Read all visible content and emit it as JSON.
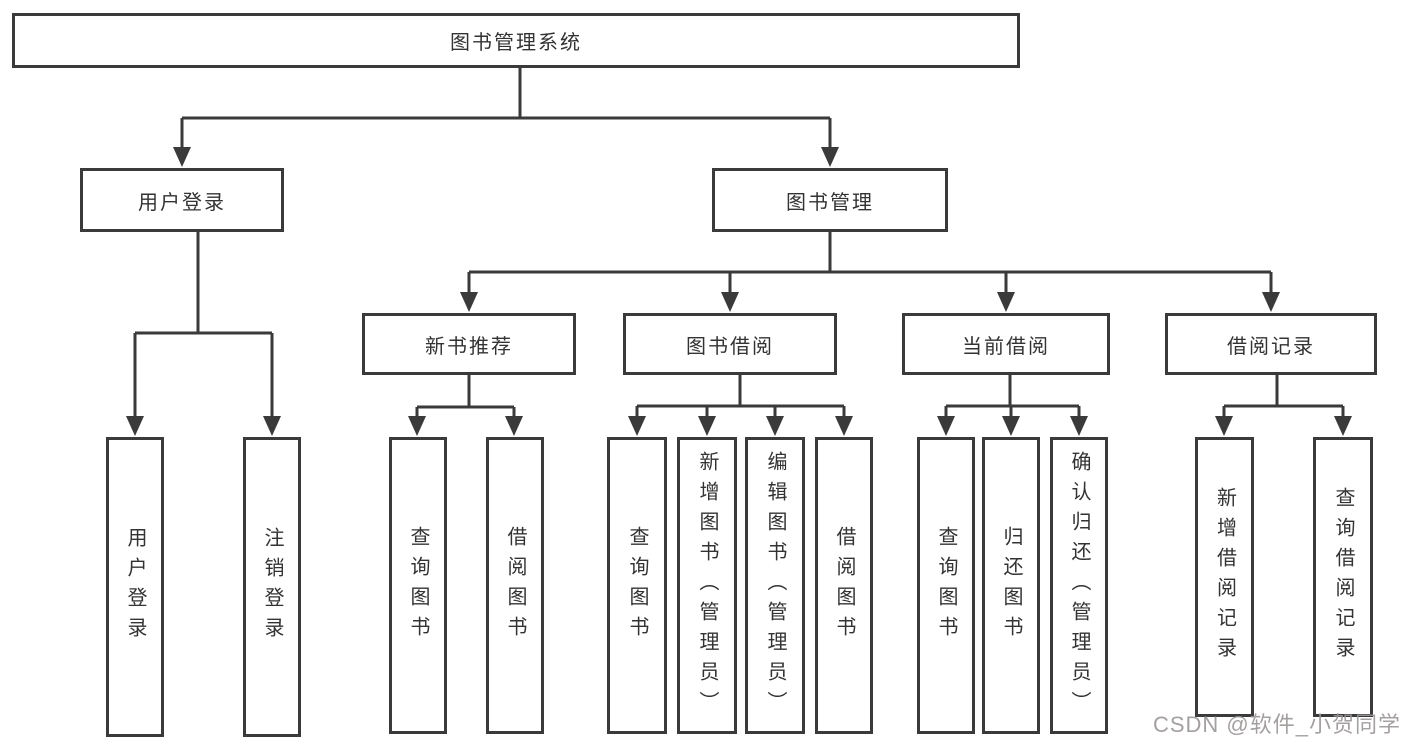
{
  "diagram_type": "tree",
  "colors": {
    "line": "#3a3a3a",
    "box_border": "#3a3a3a",
    "text": "#333333",
    "background": "#ffffff",
    "watermark": "#9b9696"
  },
  "tree": {
    "root": {
      "label": "图书管理系统",
      "children": [
        {
          "label": "用户登录",
          "children": [
            {
              "label": "用户登录"
            },
            {
              "label": "注销登录"
            }
          ]
        },
        {
          "label": "图书管理",
          "children": [
            {
              "label": "新书推荐",
              "children": [
                {
                  "label": "查询图书"
                },
                {
                  "label": "借阅图书"
                }
              ]
            },
            {
              "label": "图书借阅",
              "children": [
                {
                  "label": "查询图书"
                },
                {
                  "label": "新增图书（管理员）"
                },
                {
                  "label": "编辑图书（管理员）"
                },
                {
                  "label": "借阅图书"
                }
              ]
            },
            {
              "label": "当前借阅",
              "children": [
                {
                  "label": "查询图书"
                },
                {
                  "label": "归还图书"
                },
                {
                  "label": "确认归还（管理员）"
                }
              ]
            },
            {
              "label": "借阅记录",
              "children": [
                {
                  "label": "新增借阅记录"
                },
                {
                  "label": "查询借阅记录"
                }
              ]
            }
          ]
        }
      ]
    }
  },
  "watermark": {
    "text": "CSDN @软件_小贺同学"
  }
}
